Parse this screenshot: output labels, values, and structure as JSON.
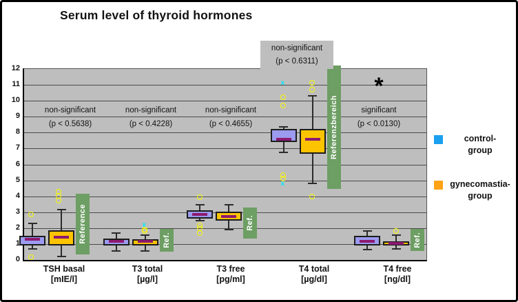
{
  "title": "Serum level of thyroid hormones",
  "colors": {
    "plot_bg": "#bebebe",
    "gridline": "#4a4a4a",
    "control_box": "#9b9bef",
    "gynecomastia_box": "#fcc400",
    "median": "#8c1a70",
    "reference_bar": "#6d9e63",
    "outlier_circle": "#f8f800",
    "outlier_x": "#00e8ff",
    "control_legend": "#1ba0f0",
    "gynecomastia_legend": "#ffa216"
  },
  "legend": {
    "items": [
      {
        "id": "control",
        "line1": "control-",
        "line2": "group"
      },
      {
        "id": "gynecomastia",
        "line1": "gynecomastia-",
        "line2": "group"
      }
    ]
  },
  "chart_data": {
    "type": "boxplot",
    "title": "Serum level of thyroid hormones",
    "ylim": [
      0,
      12
    ],
    "ytick_step": 1,
    "grid": true,
    "legend_position": "right",
    "series": [
      "control-group",
      "gynecomastia-group"
    ],
    "groups": [
      {
        "label": "TSH basal",
        "unit": "[mIE/l]",
        "annotation": {
          "style": "inside",
          "line1": "non-significant",
          "line2": "(p < 0.5638)"
        },
        "control": {
          "whisker_low": 0.7,
          "q1": 0.9,
          "median": 1.3,
          "q3": 1.5,
          "whisker_high": 2.3
        },
        "gynecomastia": {
          "whisker_low": 0.2,
          "q1": 0.9,
          "median": 1.45,
          "q3": 1.85,
          "whisker_high": 3.15
        },
        "outliers": [
          {
            "series": "control",
            "marker": "circle",
            "value": 2.85,
            "dx": -2
          },
          {
            "series": "control",
            "marker": "circle",
            "value": 0.15,
            "dx": -2
          },
          {
            "series": "gynecomastia",
            "marker": "circle",
            "value": 4.25,
            "dx": -4
          },
          {
            "series": "gynecomastia",
            "marker": "circle",
            "value": 4.0,
            "dx": -4
          },
          {
            "series": "gynecomastia",
            "marker": "circle",
            "value": 3.7,
            "dx": -4
          }
        ],
        "reference": {
          "from": 0.35,
          "to": 4.15,
          "label": "Reference"
        }
      },
      {
        "label": "T3 total",
        "unit": "[µg/l]",
        "annotation": {
          "style": "inside",
          "line1": "non-significant",
          "line2": "(p < 0.4228)"
        },
        "control": {
          "whisker_low": 0.55,
          "q1": 0.9,
          "median": 1.15,
          "q3": 1.35,
          "whisker_high": 1.7
        },
        "gynecomastia": {
          "whisker_low": 0.55,
          "q1": 0.9,
          "median": 1.15,
          "q3": 1.3,
          "whisker_high": 1.55
        },
        "outliers": [
          {
            "series": "gynecomastia",
            "marker": "x",
            "value": 2.15,
            "dx": 0
          },
          {
            "series": "gynecomastia",
            "marker": "circle",
            "value": 1.9,
            "dx": 0
          },
          {
            "series": "gynecomastia",
            "marker": "circle",
            "value": 1.8,
            "dx": 0
          }
        ],
        "reference": {
          "from": 0.5,
          "to": 1.95,
          "label": "Ref."
        }
      },
      {
        "label": "T3 free",
        "unit": "[pg/ml]",
        "annotation": {
          "style": "inside",
          "line1": "non-significant",
          "line2": "(p < 0.4655)"
        },
        "control": {
          "whisker_low": 2.45,
          "q1": 2.6,
          "median": 2.85,
          "q3": 3.1,
          "whisker_high": 3.45
        },
        "gynecomastia": {
          "whisker_low": 1.9,
          "q1": 2.45,
          "median": 2.75,
          "q3": 3.05,
          "whisker_high": 3.45
        },
        "outliers": [
          {
            "series": "control",
            "marker": "circle",
            "value": 3.9,
            "dx": 0
          },
          {
            "series": "control",
            "marker": "circle",
            "value": 2.15,
            "dx": 0
          },
          {
            "series": "control",
            "marker": "circle",
            "value": 1.95,
            "dx": 0
          },
          {
            "series": "control",
            "marker": "circle",
            "value": 1.65,
            "dx": 0
          }
        ],
        "reference": {
          "from": 1.35,
          "to": 3.3,
          "label": "Ref."
        }
      },
      {
        "label": "T4 total",
        "unit": "[µg/dl]",
        "annotation": {
          "style": "boxed-above",
          "line1": "non-significant",
          "line2": "(p < 0.6311)"
        },
        "control": {
          "whisker_low": 6.75,
          "q1": 7.4,
          "median": 7.6,
          "q3": 8.25,
          "whisker_high": 8.35
        },
        "gynecomastia": {
          "whisker_low": 4.8,
          "q1": 6.65,
          "median": 7.6,
          "q3": 8.25,
          "whisker_high": 10.3
        },
        "outliers": [
          {
            "series": "control",
            "marker": "x",
            "value": 11.1,
            "dx": 0
          },
          {
            "series": "control",
            "marker": "circle",
            "value": 10.2,
            "dx": 0
          },
          {
            "series": "control",
            "marker": "circle",
            "value": 9.7,
            "dx": 0
          },
          {
            "series": "control",
            "marker": "circle",
            "value": 5.3,
            "dx": 0
          },
          {
            "series": "control",
            "marker": "circle",
            "value": 5.1,
            "dx": 0
          },
          {
            "series": "control",
            "marker": "x",
            "value": 4.75,
            "dx": 0
          },
          {
            "series": "gynecomastia",
            "marker": "circle",
            "value": 11.1,
            "dx": 0
          },
          {
            "series": "gynecomastia",
            "marker": "circle",
            "value": 10.7,
            "dx": 0
          },
          {
            "series": "gynecomastia",
            "marker": "circle",
            "value": 3.95,
            "dx": 0
          }
        ],
        "reference": {
          "from": 4.45,
          "to": 12.2,
          "label": "Referenzbereich"
        }
      },
      {
        "label": "T4 free",
        "unit": "[ng/dl]",
        "annotation": {
          "style": "star",
          "star": "*",
          "line1": "significant",
          "line2": "(p < 0.0130)"
        },
        "control": {
          "whisker_low": 0.65,
          "q1": 0.9,
          "median": 1.15,
          "q3": 1.5,
          "whisker_high": 1.8
        },
        "gynecomastia": {
          "whisker_low": 0.7,
          "q1": 0.9,
          "median": 1.05,
          "q3": 1.15,
          "whisker_high": 1.55
        },
        "outliers": [
          {
            "series": "gynecomastia",
            "marker": "circle",
            "value": 1.8,
            "dx": 0
          }
        ],
        "reference": {
          "from": 0.55,
          "to": 1.95,
          "label": "Ref."
        }
      }
    ]
  }
}
